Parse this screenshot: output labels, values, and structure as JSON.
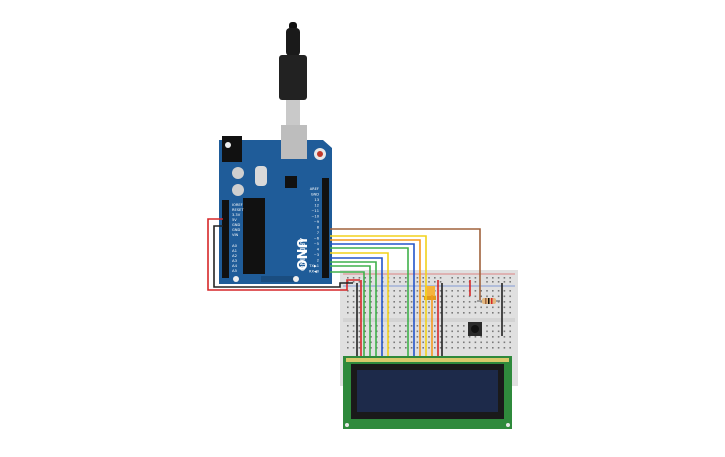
{
  "arduino": {
    "brand_text": "ARDUINO",
    "model_text": "UNO",
    "power_labels": [
      "IOREF",
      "RESET",
      "3.3V",
      "5V",
      "GND",
      "GND",
      "VIN"
    ],
    "analog_labels": [
      "A0",
      "A1",
      "A2",
      "A3",
      "A4",
      "A5"
    ],
    "digital_labels": [
      "AREF",
      "GND",
      "13",
      "12",
      "~11",
      "~10",
      "~9",
      "8",
      "7",
      "~6",
      "~5",
      "4",
      "~3",
      "2",
      "TX▶1",
      "RX◀0"
    ]
  },
  "wire_colors": {
    "red": "#d62728",
    "black": "#222222",
    "brown": "#a0623c",
    "orange": "#f59a1c",
    "yellow": "#f2d21b",
    "blue": "#2455c8",
    "green": "#3fb04b",
    "board_blue": "#1f5c99",
    "lcd_green": "#2f8a3c",
    "lcd_screen": "#1d2a4a"
  },
  "components": [
    "usb-cable",
    "arduino-uno",
    "breadboard",
    "resistor",
    "push-button",
    "potentiometer",
    "lcd-16x2"
  ]
}
